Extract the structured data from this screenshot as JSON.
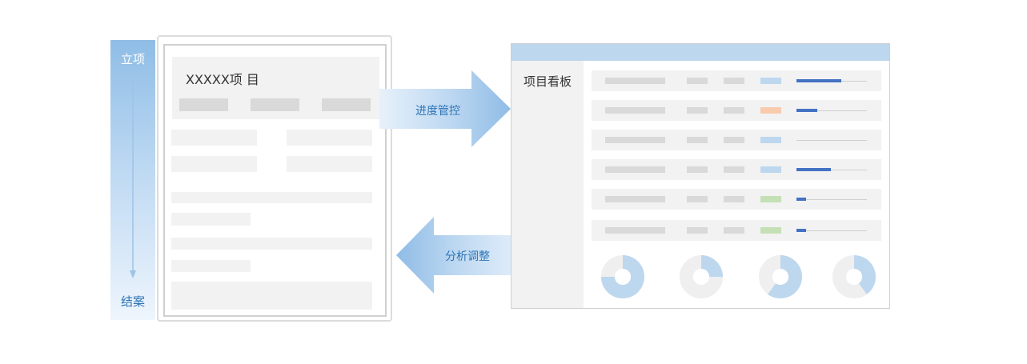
{
  "lifecycle": {
    "start_label": "立项",
    "end_label": "结案"
  },
  "project_doc": {
    "title": "XXXXX项 目"
  },
  "arrows": {
    "forward_label": "进度管控",
    "backward_label": "分析调整"
  },
  "dashboard": {
    "sidebar_title": "项目看板",
    "rows": [
      {
        "badge_color": "#bdd7ee",
        "progress": 0.64
      },
      {
        "badge_color": "#f8cbad",
        "progress": 0.3
      },
      {
        "badge_color": "#bdd7ee",
        "progress": 0.0
      },
      {
        "badge_color": "#bdd7ee",
        "progress": 0.49
      },
      {
        "badge_color": "#c5e0b4",
        "progress": 0.14
      },
      {
        "badge_color": "#c5e0b4",
        "progress": 0.14
      }
    ],
    "donuts": [
      0.75,
      0.25,
      0.6,
      0.4
    ]
  },
  "colors": {
    "accent_blue": "#4472c4",
    "header_blue": "#bdd7ee",
    "pie_blue": "#bdd7ee",
    "pie_gray": "#efefef",
    "label_blue": "#2e75b6"
  }
}
